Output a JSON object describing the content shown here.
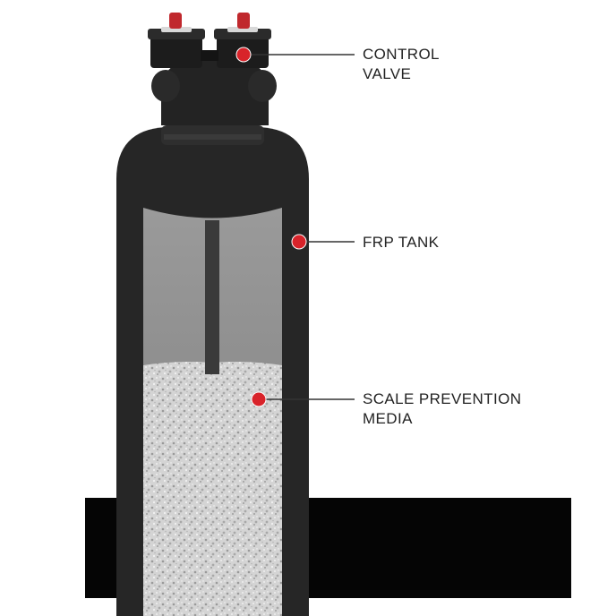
{
  "colors": {
    "background": "#ffffff",
    "tank_body": "#262626",
    "window_water": "#8c8c8c",
    "media": "#d4d4d4",
    "marker": "#d8232a",
    "leader_line": "#333333",
    "base_block": "#050505",
    "cap_accent": "#c0282d"
  },
  "callouts": {
    "control_valve": {
      "line1": "CONTROL",
      "line2": "VALVE"
    },
    "frp_tank": {
      "line1": "FRP TANK"
    },
    "scale_media": {
      "line1": "SCALE PREVENTION",
      "line2": "MEDIA"
    }
  },
  "icons": {
    "marker": "red-dot-marker"
  }
}
